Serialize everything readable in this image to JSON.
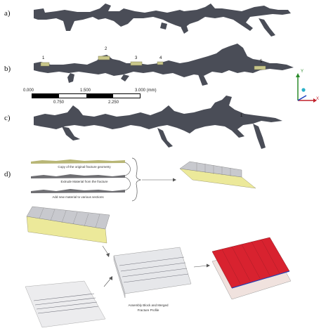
{
  "panels": {
    "a": "a)",
    "b": "b)",
    "c": "c)",
    "d": "d)"
  },
  "panel_b": {
    "markers": [
      "1",
      "2",
      "3",
      "4",
      "5"
    ]
  },
  "panel_c": {
    "marker": "1"
  },
  "scale_bar": {
    "top_labels": [
      "0.000",
      "1.500",
      "3.000 (mm)"
    ],
    "bottom_labels": [
      "0.750",
      "2.250"
    ]
  },
  "axis_triad": {
    "y": "Y",
    "x": "X",
    "colors": {
      "y": "#2a8a2a",
      "x": "#c0202a",
      "z": "#1d3fbf",
      "origin": "#2ab0c8"
    }
  },
  "panel_d": {
    "step_captions": [
      "Copy of the original fracture geometry",
      "Extrude Material from the fracture",
      "Add new material to various sections"
    ],
    "final_caption_line1": "Assembly Block and Merged",
    "final_caption_line2": "Fracture Profile"
  },
  "colors": {
    "fracture": "#4a4d57",
    "highlight": "#c9c78a",
    "yellow_block": "#ece99a",
    "gray_block": "#c8c9ce",
    "red_surface": "#d8222f"
  }
}
